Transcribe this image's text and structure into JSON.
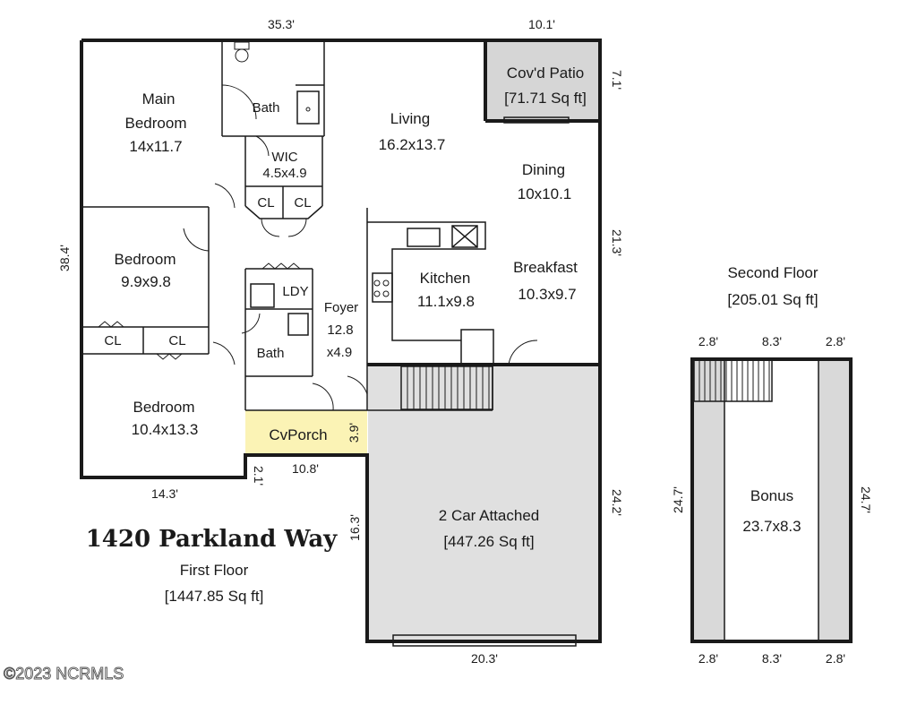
{
  "address": "1420 Parkland Way",
  "first_floor": {
    "title": "First Floor",
    "area": "[1447.85 Sq ft]"
  },
  "second_floor": {
    "title": "Second Floor",
    "area": "[205.01 Sq ft]"
  },
  "watermark": "©2023 NCRMLS",
  "rooms": {
    "main_bedroom": {
      "name1": "Main",
      "name2": "Bedroom",
      "size": "14x11.7"
    },
    "bath1": {
      "name": "Bath"
    },
    "wic": {
      "name": "WIC",
      "size": "4.5x4.9"
    },
    "cl_a": "CL",
    "cl_b": "CL",
    "living": {
      "name": "Living",
      "size": "16.2x13.7"
    },
    "patio": {
      "name": "Cov'd Patio",
      "area": "[71.71 Sq ft]"
    },
    "dining": {
      "name": "Dining",
      "size": "10x10.1"
    },
    "bedroom2": {
      "name": "Bedroom",
      "size": "9.9x9.8"
    },
    "ldy": "LDY",
    "foyer": {
      "name": "Foyer",
      "size1": "12.8",
      "size2": "x4.9"
    },
    "kitchen": {
      "name": "Kitchen",
      "size": "11.1x9.8"
    },
    "breakfast": {
      "name": "Breakfast",
      "size": "10.3x9.7"
    },
    "cl_c": "CL",
    "cl_d": "CL",
    "bath2": {
      "name": "Bath"
    },
    "bedroom3": {
      "name": "Bedroom",
      "size": "10.4x13.3"
    },
    "porch": {
      "name": "CvPorch",
      "dim": "3.9'"
    },
    "garage": {
      "name": "2 Car Attached",
      "area": "[447.26 Sq ft]"
    },
    "bonus": {
      "name": "Bonus",
      "size": "23.7x8.3"
    }
  },
  "dimensions": {
    "top_main": "35.3'",
    "top_patio": "10.1'",
    "patio_side": "7.1'",
    "left": "38.4'",
    "right_house": "21.3'",
    "bottom_left": "14.3'",
    "porch_side": "2.1'",
    "porch_bottom": "10.8'",
    "garage_left": "16.3'",
    "garage_right": "24.2'",
    "garage_bottom": "20.3'",
    "bonus_top_left": "2.8'",
    "bonus_top_mid": "8.3'",
    "bonus_top_right": "2.8'",
    "bonus_bottom_left": "2.8'",
    "bonus_bottom_mid": "8.3'",
    "bonus_bottom_right": "2.8'",
    "bonus_left": "24.7'",
    "bonus_right": "24.7'"
  },
  "colors": {
    "wall": "#1a1a1a",
    "patio": "#d6d6d6",
    "garage": "#e0e0e0",
    "porch": "#fbf3b5",
    "bonus_side": "#d9d9d9"
  }
}
